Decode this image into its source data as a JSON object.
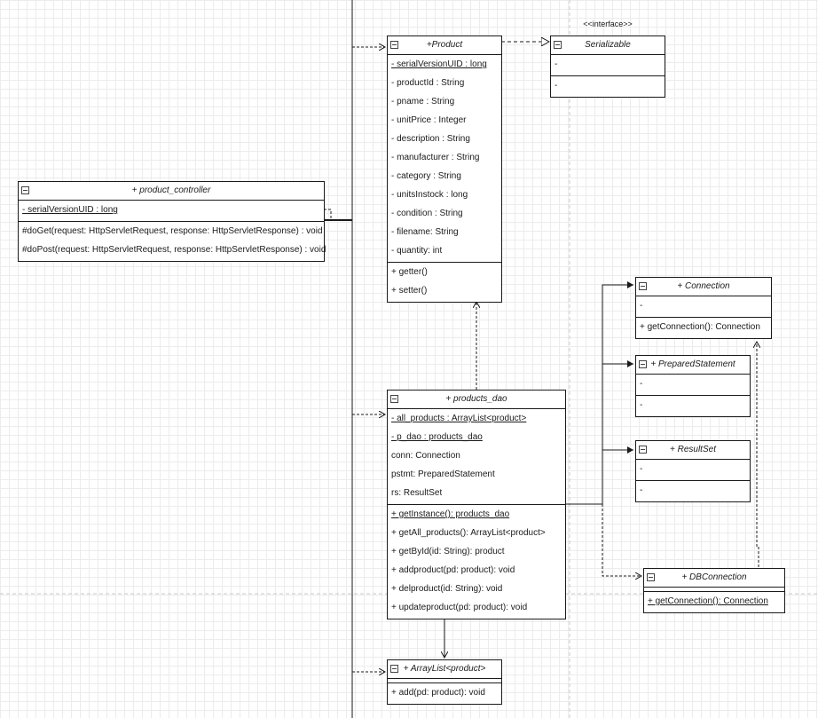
{
  "classes": {
    "product": {
      "name": "+Product",
      "attributes": [
        "- serialVersionUID : long",
        "- productId : String",
        "- pname : String",
        "- unitPrice : Integer",
        "- description : String",
        "- manufacturer : String",
        "- category : String",
        "- unitsInstock : long",
        "- condition : String",
        "- filename: String",
        "- quantity: int"
      ],
      "methods": [
        "+ getter()",
        "+ setter()"
      ]
    },
    "serializable": {
      "stereotype": "<<interface>>",
      "name": "Serializable",
      "attributes": [
        "-"
      ],
      "methods": [
        "-"
      ]
    },
    "product_controller": {
      "name": "+ product_controller",
      "attributes": [
        "- serialVersionUID : long"
      ],
      "methods": [
        "#doGet(request: HttpServletRequest, response: HttpServletResponse) : void",
        "#doPost(request: HttpServletRequest, response: HttpServletResponse) : void"
      ]
    },
    "connection": {
      "name": "+ Connection",
      "attributes": [
        "-"
      ],
      "methods": [
        "+ getConnection(): Connection"
      ]
    },
    "prepared_statement": {
      "name": "+ PreparedStatement",
      "attributes": [
        "-"
      ],
      "methods": [
        "-"
      ]
    },
    "result_set": {
      "name": "+ ResultSet",
      "attributes": [
        "-"
      ],
      "methods": [
        "-"
      ]
    },
    "products_dao": {
      "name": "+ products_dao",
      "attributes": [
        "- all_products : ArrayList<product>",
        "- p_dao : products_dao",
        "conn: Connection",
        "pstmt: PreparedStatement",
        "rs: ResultSet"
      ],
      "methods": [
        "+ getInstance(): products_dao",
        "+ getAll_products(): ArrayList<product>",
        "+ getById(id: String): product",
        "+ addproduct(pd: product): void",
        "+ delproduct(id: String): void",
        "+ updateproduct(pd: product): void"
      ]
    },
    "db_connection": {
      "name": "+ DBConnection",
      "attributes": [],
      "methods": [
        "+ getConnection(): Connection"
      ]
    },
    "array_list": {
      "name": "+ ArrayList<product>",
      "attributes": [],
      "methods": [
        "+ add(pd: product): void"
      ]
    }
  }
}
